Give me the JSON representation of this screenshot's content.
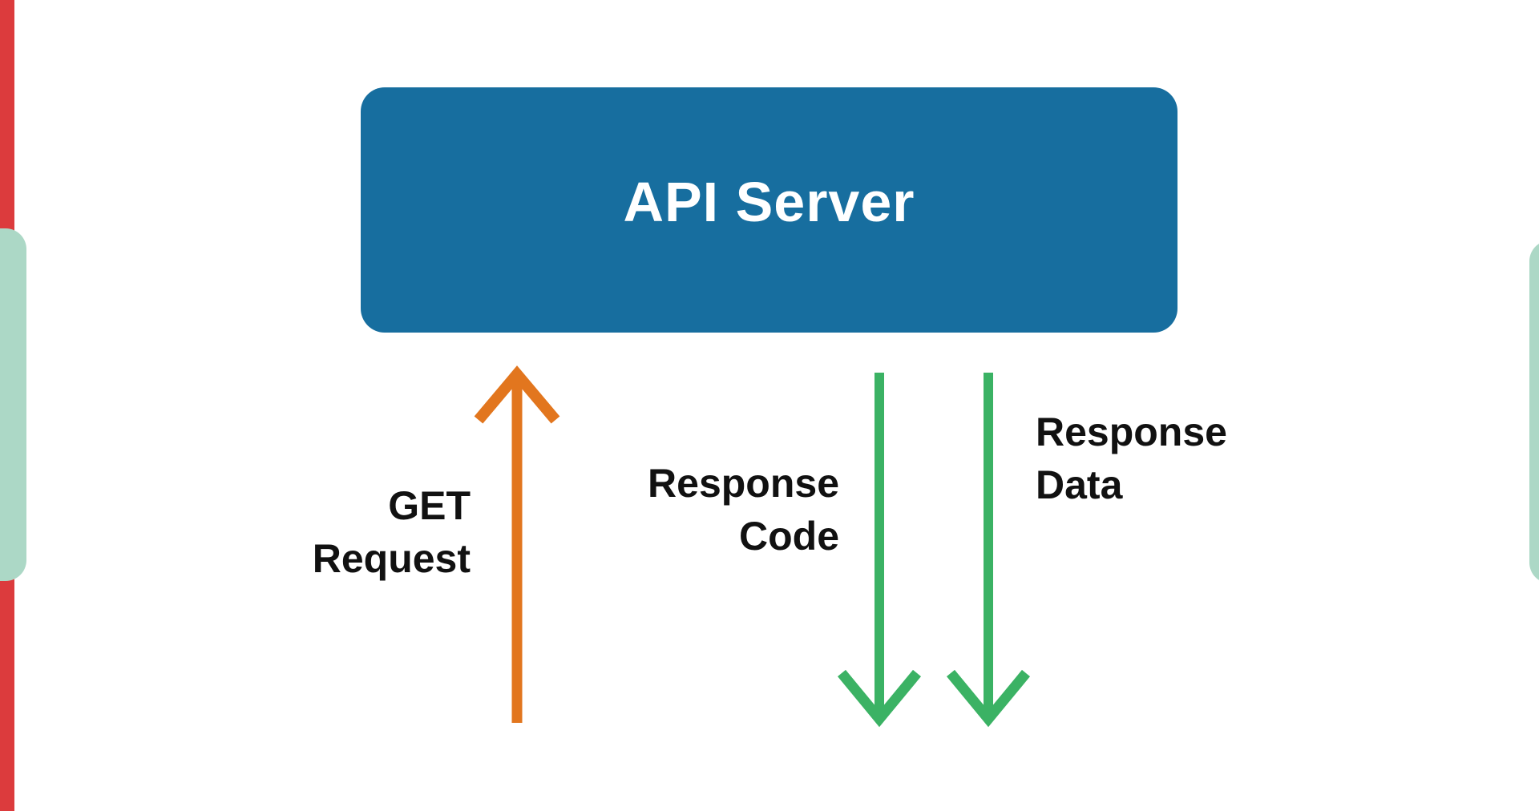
{
  "colors": {
    "background": "#FFFFFF",
    "blue": "#176E9F",
    "orange": "#E2761E",
    "green": "#3BB264",
    "red": "#DC3B3D",
    "mint": "#ACD8C6",
    "text": "#111111",
    "box_text": "#FFFFFF"
  },
  "diagram": {
    "server_box": {
      "label": "API Server"
    },
    "arrows": [
      {
        "name": "get-request",
        "direction": "up",
        "color": "#E2761E",
        "label_line1": "GET",
        "label_line2": "Request"
      },
      {
        "name": "response-code",
        "direction": "down",
        "color": "#3BB264",
        "label_line1": "Response",
        "label_line2": "Code"
      },
      {
        "name": "response-data",
        "direction": "down",
        "color": "#3BB264",
        "label_line1": "Response",
        "label_line2": "Data"
      }
    ]
  }
}
